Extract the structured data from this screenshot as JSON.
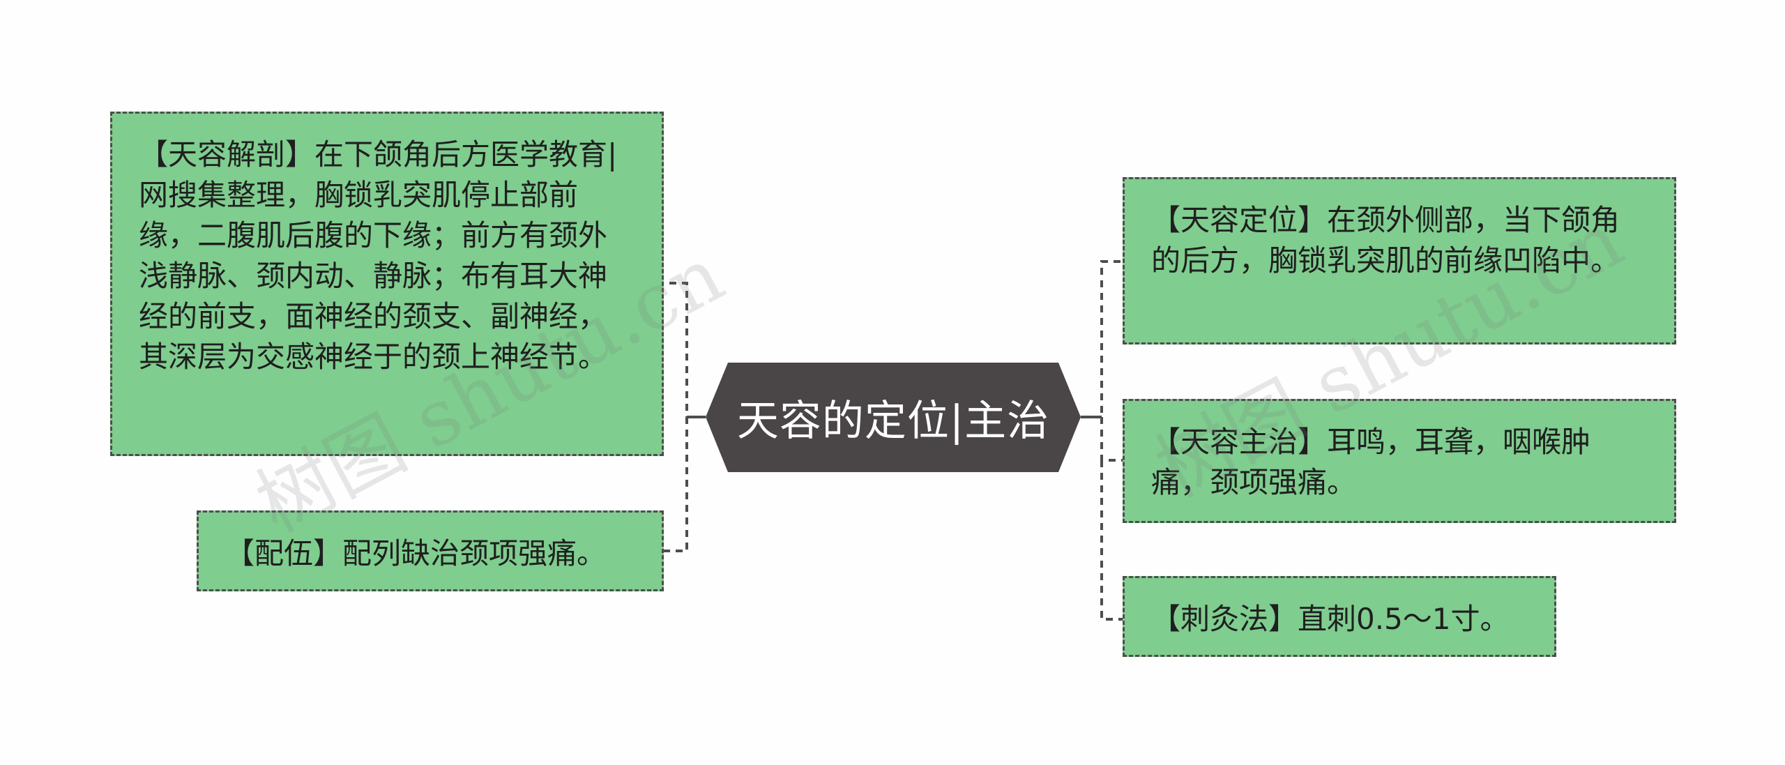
{
  "center": {
    "label": "天容的定位|主治",
    "fill": "#4a4546",
    "text_color": "#ffffff"
  },
  "colors": {
    "node_fill": "#7fcd8f",
    "node_border": "#4d4d4d",
    "connector": "#4d4d4d"
  },
  "left_nodes": [
    {
      "text": "【天容解剖】在下颌角后方医学教育|网搜集整理，胸锁乳突肌停止部前缘，二腹肌后腹的下缘；前方有颈外浅静脉、颈内动、静脉；布有耳大神经的前支，面神经的颈支、副神经，其深层为交感神经于的颈上神经节。"
    },
    {
      "text": "【配伍】配列缺治颈项强痛。"
    }
  ],
  "right_nodes": [
    {
      "text": "【天容定位】在颈外侧部，当下颌角的后方，胸锁乳突肌的前缘凹陷中。"
    },
    {
      "text": "【天容主治】耳鸣，耳聋，咽喉肿痛，颈项强痛。"
    },
    {
      "text": "【刺灸法】直刺0.5～1寸。"
    }
  ],
  "watermarks": [
    "树图 shutu.cn",
    "树图 shutu.cn"
  ]
}
